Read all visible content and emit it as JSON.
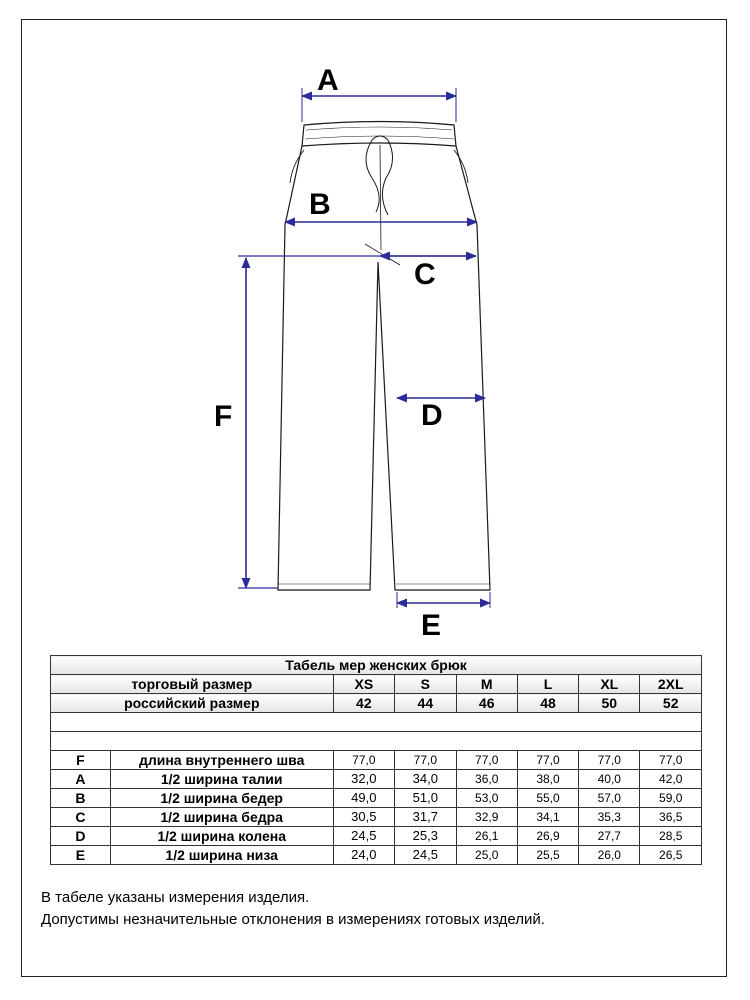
{
  "labels": {
    "a": "A",
    "b": "B",
    "c": "C",
    "d": "D",
    "e": "E",
    "f": "F"
  },
  "table": {
    "title": "Табель мер женских брюк",
    "trade_size_label": "торговый размер",
    "trade_sizes": [
      "XS",
      "S",
      "M",
      "L",
      "XL",
      "2XL"
    ],
    "ru_size_label": "российский размер",
    "ru_sizes": [
      "42",
      "44",
      "46",
      "48",
      "50",
      "52"
    ],
    "rows": [
      {
        "code": "F",
        "name": "длина внутреннего шва",
        "values": [
          "77,0",
          "77,0",
          "77,0",
          "77,0",
          "77,0",
          "77,0"
        ]
      },
      {
        "code": "A",
        "name": "1/2 ширина талии",
        "values": [
          "32,0",
          "34,0",
          "36,0",
          "38,0",
          "40,0",
          "42,0"
        ]
      },
      {
        "code": "B",
        "name": "1/2 ширина бедер",
        "values": [
          "49,0",
          "51,0",
          "53,0",
          "55,0",
          "57,0",
          "59,0"
        ]
      },
      {
        "code": "C",
        "name": "1/2 ширина бедра",
        "values": [
          "30,5",
          "31,7",
          "32,9",
          "34,1",
          "35,3",
          "36,5"
        ]
      },
      {
        "code": "D",
        "name": "1/2 ширина колена",
        "values": [
          "24,5",
          "25,3",
          "26,1",
          "26,9",
          "27,7",
          "28,5"
        ]
      },
      {
        "code": "E",
        "name": "1/2 ширина низа",
        "values": [
          "24,0",
          "24,5",
          "25,0",
          "25,5",
          "26,0",
          "26,5"
        ]
      }
    ]
  },
  "notes": {
    "line1": "В табеле указаны измерения изделия.",
    "line2": "Допустимы незначительные отклонения в измерениях готовых изделий."
  },
  "colors": {
    "dimension_line": "#2b2b9a",
    "outline": "#1a1a1a"
  }
}
